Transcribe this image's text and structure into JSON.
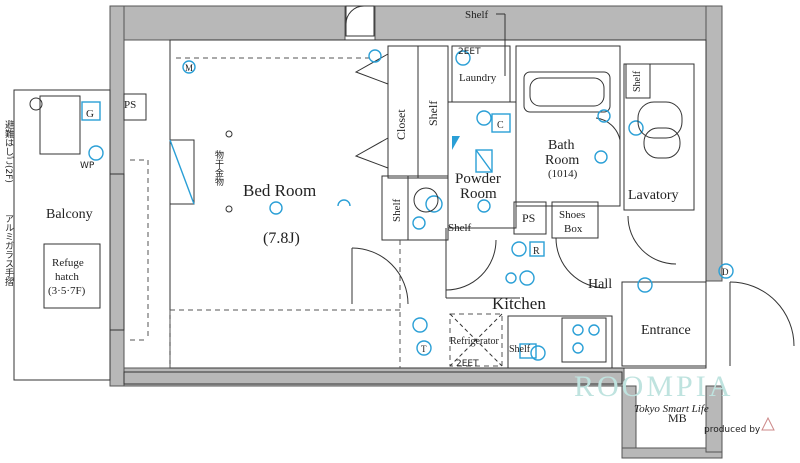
{
  "rooms": {
    "bedroom": "Bed Room",
    "bedroom_size": "(7.8J)",
    "balcony": "Balcony",
    "refuge_hatch_line1": "Refuge",
    "refuge_hatch_line2": "hatch",
    "refuge_hatch_line3": "(3·5·7F)",
    "closet": "Closet",
    "shelf_closet": "Shelf",
    "laundry": "Laundry",
    "shelf_top": "Shelf",
    "bath_line1": "Bath",
    "bath_line2": "Room",
    "bath_size": "(1014)",
    "powder_line1": "Powder",
    "powder_line2": "Room",
    "shelf_powder_left": "Shelf",
    "shelf_powder": "Shelf",
    "ps_left": "PS",
    "ps_hall": "PS",
    "shoes_line1": "Shoes",
    "shoes_line2": "Box",
    "lavatory": "Lavatory",
    "shelf_lavatory": "Shelf",
    "hall": "Hall",
    "kitchen": "Kitchen",
    "refrigerator": "Refrigerator",
    "shelf_kitchen": "Shelf",
    "entrance": "Entrance",
    "mb": "MB"
  },
  "symbols": {
    "g": "G",
    "m": "M",
    "c": "C",
    "r": "R",
    "d": "D",
    "t": "T",
    "wp": "WP",
    "two_eet_top": "2EET",
    "two_eet_bottom": "2EET"
  },
  "jp_notes": {
    "ladder": "避難はしご(2F)",
    "glass_rail": "アルミガラス手摺",
    "hanger": "物干金物"
  },
  "watermark": {
    "brand": "ROOMPIA",
    "tagline": "Tokyo Smart Life",
    "produced_by": "produced by"
  },
  "colors": {
    "accent_blue": "#2a9fd6",
    "wall_gray": "#b8b8b8",
    "watermark_teal": "#bfe3df"
  }
}
